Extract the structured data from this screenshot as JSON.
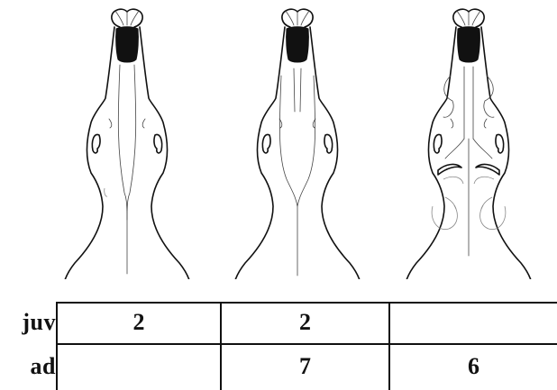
{
  "table": {
    "rows": [
      {
        "label": "juv",
        "values": [
          "2",
          "2",
          ""
        ]
      },
      {
        "label": "ad",
        "values": [
          "",
          "7",
          "6"
        ]
      }
    ]
  }
}
